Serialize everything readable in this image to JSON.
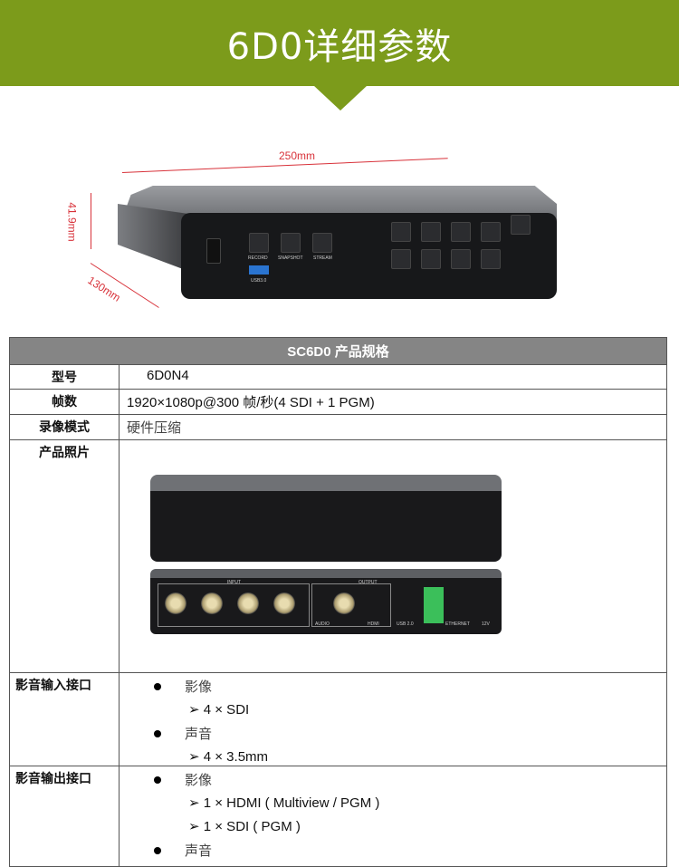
{
  "banner": {
    "title": "6D0详细参数",
    "color": "#7c9b1b"
  },
  "dimensions": {
    "length": "250mm",
    "height": "41.9mm",
    "depth": "130mm"
  },
  "device_labels": {
    "record": "RECORD",
    "snapshot": "SNAPSHOT",
    "stream": "STREAM",
    "usb3": "USB3.0",
    "input": "INPUT",
    "output": "OUTPUT",
    "audio": "AUDIO",
    "hdmi": "HDMI",
    "usb2": "USB 2.0",
    "ethernet": "ETHERNET",
    "power": "12V"
  },
  "table": {
    "title": "SC6D0 产品规格",
    "rows": [
      {
        "key": "型号",
        "value": "6D0N4"
      },
      {
        "key": "帧数",
        "value": "1920×1080p@300 帧/秒(4 SDI + 1 PGM)"
      },
      {
        "key": "录像模式",
        "value": "硬件压缩"
      },
      {
        "key": "产品照片"
      }
    ],
    "input": {
      "key": "影音输入接口",
      "video": "影像",
      "video_items": [
        "4 × SDI"
      ],
      "audio": "声音",
      "audio_items": [
        "4 × 3.5mm"
      ]
    },
    "output": {
      "key": "影音输出接口",
      "video": "影像",
      "video_items": [
        "1 × HDMI ( Multiview / PGM )",
        "1 × SDI ( PGM )"
      ],
      "audio": "声音"
    }
  }
}
